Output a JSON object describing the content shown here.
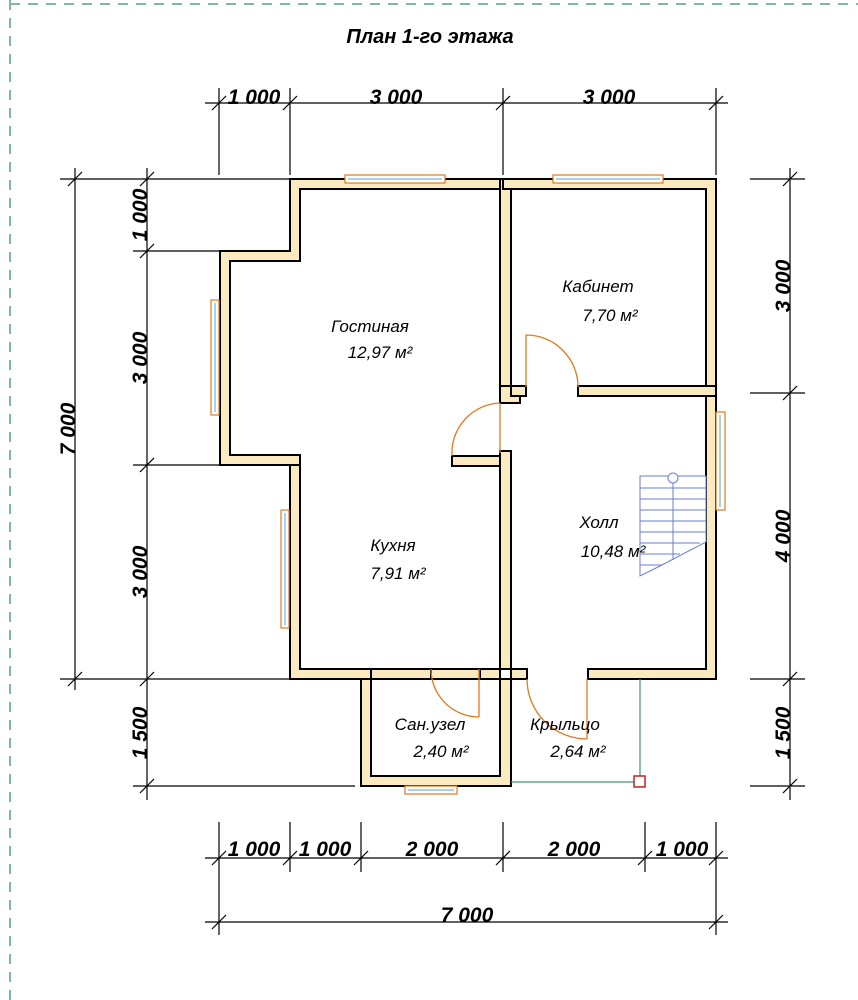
{
  "title": "План 1-го этажа",
  "dimensions": {
    "top": [
      "1 000",
      "3 000",
      "3 000"
    ],
    "bottom": [
      "1 000",
      "1 000",
      "2 000",
      "2 000",
      "1 000"
    ],
    "overall_bottom": "7 000",
    "left_inner": [
      "1 000",
      "3 000",
      "3 000",
      "1 500"
    ],
    "left_overall": "7 000",
    "right": [
      "3 000",
      "4 000",
      "1 500"
    ]
  },
  "rooms": {
    "living": {
      "name": "Гостиная",
      "area": "12,97 м²"
    },
    "cabinet": {
      "name": "Кабинет",
      "area": "7,70 м²"
    },
    "kitchen": {
      "name": "Кухня",
      "area": "7,91 м²"
    },
    "hall": {
      "name": "Холл",
      "area": "10,48 м²"
    },
    "bathroom": {
      "name": "Сан.узел",
      "area": "2,40 м²"
    },
    "porch": {
      "name": "Крыльцо",
      "area": "2,64 м²"
    }
  },
  "colors": {
    "wall_fill": "#fbe9bf",
    "window_frame": "#e07a1f",
    "stair": "#6a7fd0",
    "border_dash": "#7fb8a0"
  }
}
